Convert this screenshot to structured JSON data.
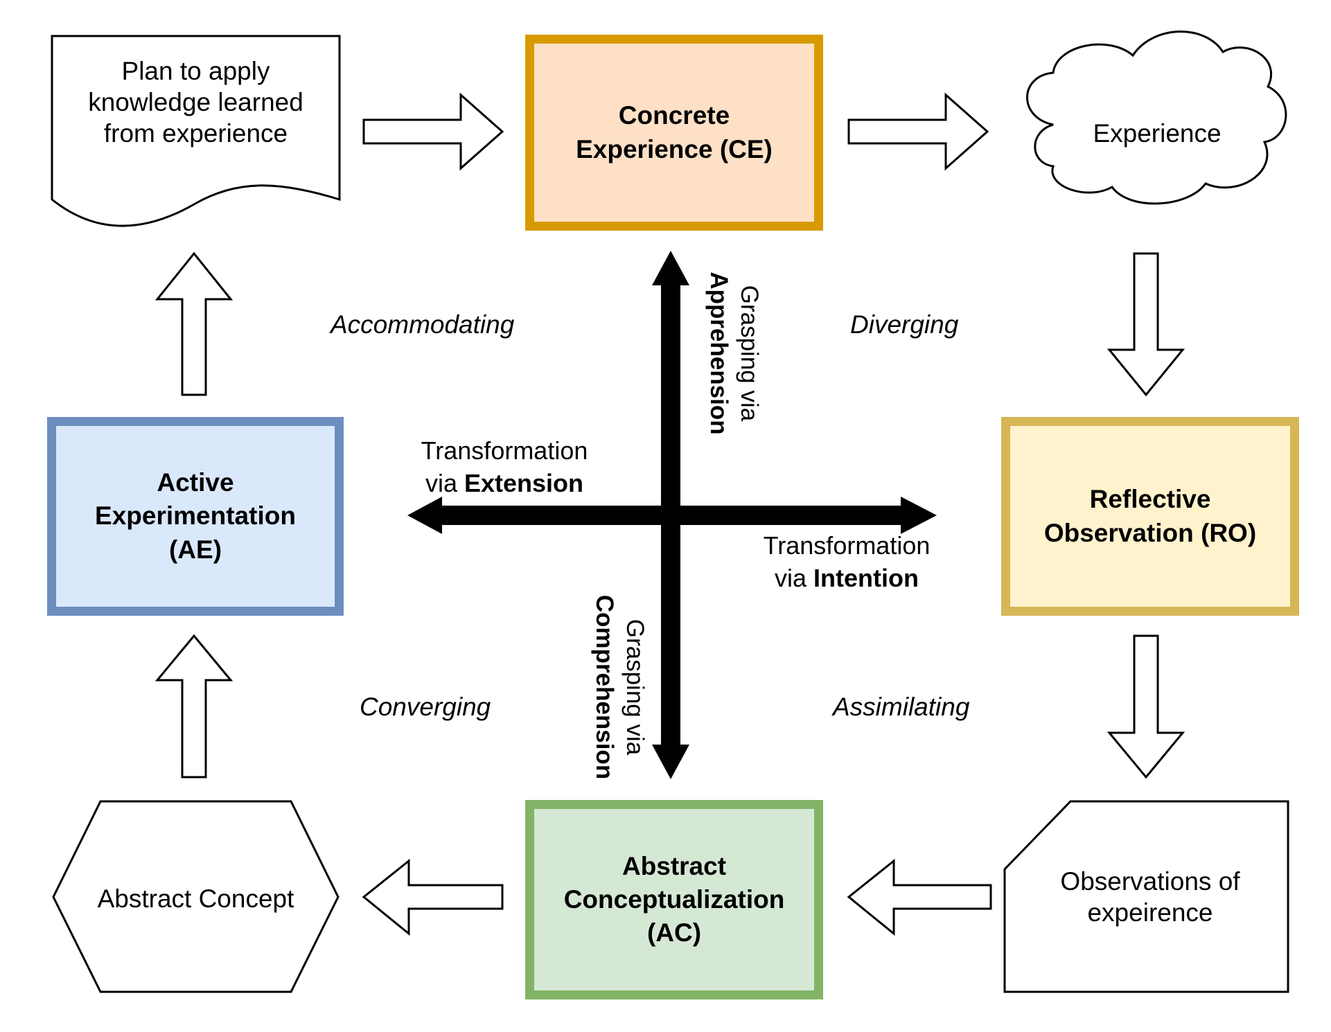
{
  "colors": {
    "ce_fill": "#fde0c6",
    "ce_border": "#d79b00",
    "ro_fill": "#fff2cc",
    "ro_border": "#d6b656",
    "ac_fill": "#d5e8d4",
    "ac_border": "#82b366",
    "ae_fill": "#dae8fc",
    "ae_border": "#6c8ebf"
  },
  "stages": {
    "ce": [
      "Concrete",
      "Experience (CE)"
    ],
    "ro": [
      "Reflective",
      "Observation (RO)"
    ],
    "ac": [
      "Abstract",
      "Conceptualization",
      "(AC)"
    ],
    "ae": [
      "Active",
      "Experimentation",
      "(AE)"
    ]
  },
  "shapes": {
    "plan": [
      "Plan to apply",
      "knowledge learned",
      "from experience"
    ],
    "experience": "Experience",
    "observations": [
      "Observations of",
      "expeirence"
    ],
    "abstract_concept": "Abstract Concept"
  },
  "learning_styles": {
    "accommodating": "Accommodating",
    "diverging": "Diverging",
    "converging": "Converging",
    "assimilating": "Assimilating"
  },
  "axes": {
    "apprehension": {
      "prefix": "Grasping via",
      "bold": "Apprehension"
    },
    "comprehension": {
      "prefix": "Grasping via",
      "bold": "Comprehension"
    },
    "extension": {
      "line1": "Transformation",
      "via": "via",
      "bold": "Extension"
    },
    "intention": {
      "line1": "Transformation",
      "via": "via",
      "bold": "Intention"
    }
  },
  "icons": {
    "flow_arrows": "hollow-block-arrow-icon",
    "axis_arrows": "double-headed-arrow-icon"
  }
}
